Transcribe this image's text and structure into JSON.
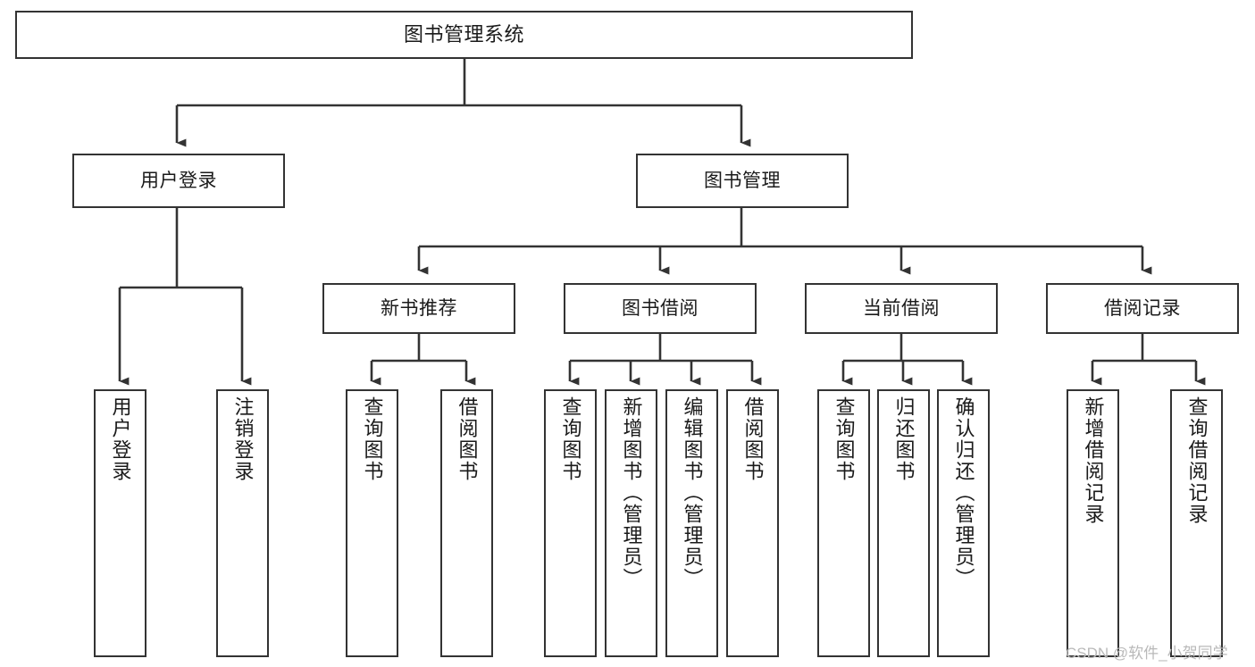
{
  "diagram": {
    "title": "图书管理系统",
    "type": "tree-hierarchy",
    "root": {
      "label": "图书管理系统"
    },
    "level2": [
      {
        "label": "用户登录"
      },
      {
        "label": "图书管理"
      }
    ],
    "level3": [
      {
        "label": "新书推荐"
      },
      {
        "label": "图书借阅"
      },
      {
        "label": "当前借阅"
      },
      {
        "label": "借阅记录"
      }
    ],
    "leaves": [
      {
        "label": "用户登录",
        "parent": "用户登录"
      },
      {
        "label": "注销登录",
        "parent": "用户登录"
      },
      {
        "label": "查询图书",
        "parent": "新书推荐"
      },
      {
        "label": "借阅图书",
        "parent": "新书推荐"
      },
      {
        "label": "查询图书",
        "parent": "图书借阅"
      },
      {
        "label": "新增图书（管理员）",
        "parent": "图书借阅"
      },
      {
        "label": "编辑图书（管理员）",
        "parent": "图书借阅"
      },
      {
        "label": "借阅图书",
        "parent": "图书借阅"
      },
      {
        "label": "查询图书",
        "parent": "当前借阅"
      },
      {
        "label": "归还图书",
        "parent": "当前借阅"
      },
      {
        "label": "确认归还（管理员）",
        "parent": "当前借阅"
      },
      {
        "label": "新增借阅记录",
        "parent": "借阅记录"
      },
      {
        "label": "查询借阅记录",
        "parent": "借阅记录"
      }
    ]
  },
  "watermark": {
    "text": "CSDN @软件_小贺同学"
  },
  "colors": {
    "border": "#333333",
    "text": "#1a1a1a",
    "background": "#ffffff",
    "watermark": "#b9b9b9"
  }
}
